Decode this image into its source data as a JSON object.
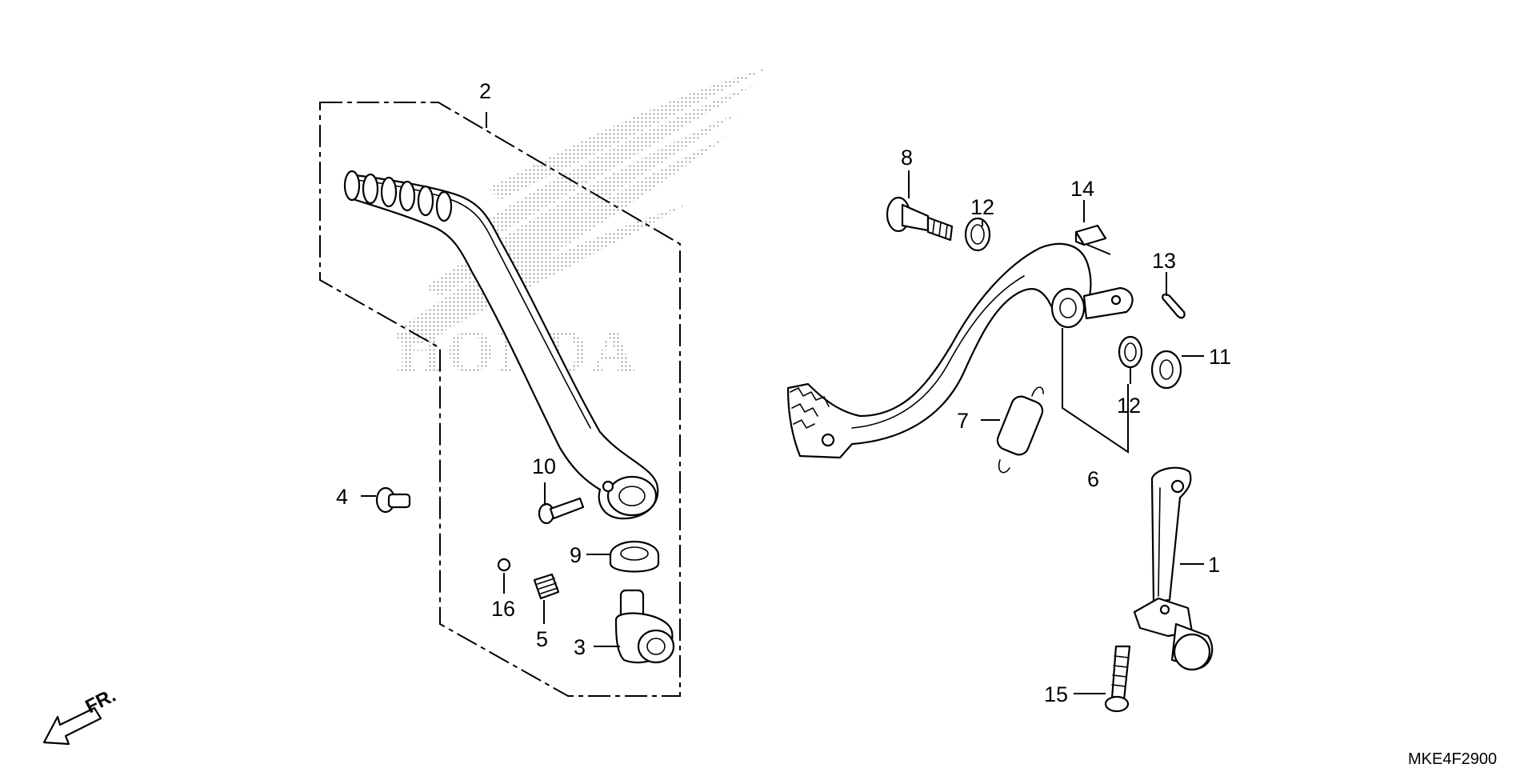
{
  "diagram": {
    "brand_logo_text": "HONDA",
    "figure_code": "MKE4F2900",
    "front_arrow_label": "FR.",
    "callouts": [
      {
        "id": "1",
        "label": "1"
      },
      {
        "id": "2",
        "label": "2"
      },
      {
        "id": "3",
        "label": "3"
      },
      {
        "id": "4",
        "label": "4"
      },
      {
        "id": "5",
        "label": "5"
      },
      {
        "id": "6",
        "label": "6"
      },
      {
        "id": "7",
        "label": "7"
      },
      {
        "id": "8",
        "label": "8"
      },
      {
        "id": "9",
        "label": "9"
      },
      {
        "id": "10",
        "label": "10"
      },
      {
        "id": "11",
        "label": "11"
      },
      {
        "id": "12a",
        "label": "12"
      },
      {
        "id": "12b",
        "label": "12"
      },
      {
        "id": "13",
        "label": "13"
      },
      {
        "id": "14",
        "label": "14"
      },
      {
        "id": "15",
        "label": "15"
      },
      {
        "id": "16",
        "label": "16"
      }
    ],
    "colors": {
      "line": "#000000",
      "background": "#ffffff",
      "watermark": "#9a9a9a"
    }
  }
}
